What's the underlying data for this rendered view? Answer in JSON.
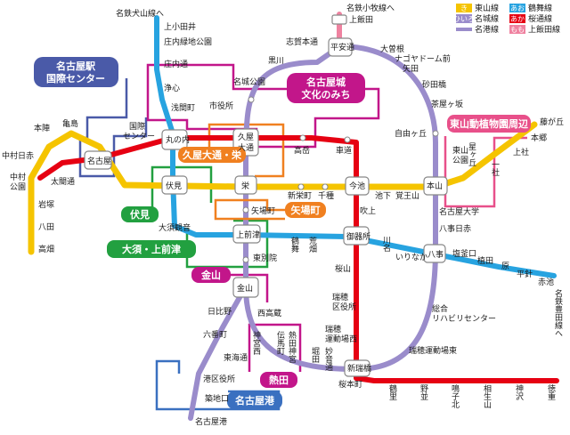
{
  "legend": {
    "lines": [
      {
        "badge": "き",
        "name": "東山線",
        "color": "#f5c400",
        "text_color": "#333333"
      },
      {
        "badge": "あお",
        "name": "鶴舞線",
        "color": "#27a3e0",
        "text_color": "#ffffff"
      },
      {
        "badge": "ひいろ",
        "name": "名城線",
        "color": "#9a8ccb",
        "text_color": "#ffffff"
      },
      {
        "badge": "あか",
        "name": "桜通線",
        "color": "#e60012",
        "text_color": "#ffffff"
      },
      {
        "badge": "",
        "name": "名港線",
        "color": "#9a8ccb",
        "text_color": "#ffffff"
      },
      {
        "badge": "もも",
        "name": "上飯田線",
        "color": "#ef82a0",
        "text_color": "#ffffff"
      }
    ]
  },
  "areas": {
    "nagoya_intl": "名古屋駅\n国際センター",
    "nagoyajo": "名古屋城\n文化のみち",
    "hisaya_sakae": "久屋大通・栄",
    "higashiyama": "東山動植物園周辺",
    "fushimi": "伏見",
    "yabacho": "矢場町",
    "osu": "大須・上前津",
    "kanayama": "金山",
    "atsuta": "熱田",
    "nagoyako": "名古屋港"
  },
  "stations": {
    "kamiiida": "上飯田",
    "heian_dori": "平安通",
    "shiga_hondori": "志賀本通",
    "ozone": "大曽根",
    "nagoya_dome": "ナゴヤドーム前\n矢田",
    "sunadabashi": "砂田橋",
    "chayagasaka": "茶屋ヶ坂",
    "jiyugaoka": "自由ヶ丘",
    "motoyama": "本山",
    "nagoya_daigaku": "名古屋大学",
    "yagoto_nisseki": "八事日赤",
    "yagoto": "八事",
    "sogo_reha": "総合\nリハビリセンター",
    "mizuho_undojo_higashi": "瑞穂運動場東",
    "aratamabashi": "新瑞橋",
    "myoon_dori": "妙音通",
    "horita": "堀田",
    "denma_cho": "伝馬町",
    "jingu_nishi": "神宮西",
    "atsuta_jingu": "熱田神宮",
    "nishi_takakura": "西高蔵",
    "kanayama": "金山",
    "hibino": "日比野",
    "rokubancho": "六番町",
    "tokai_dori": "東海通",
    "minato_kuyakusho": "港区役所",
    "tsukiji_guchi": "築地口",
    "nagoyako": "名古屋港",
    "higashi_betsuin": "東別院",
    "kamimaezu": "上前津",
    "yabacho": "矢場町",
    "sakae": "栄",
    "hisaya_odori": "久屋\n大通",
    "shiyakusho": "市役所",
    "meijo_koen": "名城公園",
    "kurokawa": "黒川",
    "nagoya_dome_mae": "",
    "sengen_cho": "浅間町",
    "joshin": "浄心",
    "shonai_dori": "庄内通",
    "shonai_ryokuchi": "庄内緑地公園",
    "kami_otai": "上小田井",
    "marunouchi": "丸の内",
    "kokusai_center": "国際\nセンター",
    "nagoya": "名古屋",
    "kamejima": "亀島",
    "honjin": "本陣",
    "nakamura_nisseki": "中村日赤",
    "nakamura_koen": "中村\n公園",
    "iwatsuka": "岩塚",
    "hatta": "八田",
    "takabata": "高畑",
    "taiko_dori": "太閤通",
    "fushimi": "伏見",
    "osu_kannon": "大須観音",
    "shinsakae_machi": "新栄町",
    "chikusa": "千種",
    "imaike": "今池",
    "ikeshita": "池下",
    "kakuozan": "覚王山",
    "higashiyama_koen": "東山\n公園",
    "hoshigaoka": "星ヶ丘",
    "issha": "一社",
    "kamiyashiro": "上社",
    "hongo": "本郷",
    "fujigaoka": "藤が丘",
    "takaoka": "高岳",
    "kurumamichi": "車道",
    "fukiage": "吹上",
    "gokiso": "御器所",
    "sakurayama": "桜山",
    "mizuho_kuyakusho": "瑞穂\n区役所",
    "mizuho_undojo_nishi": "瑞穂\n運動場西",
    "sakuramoto_cho": "桜本町",
    "kawana": "川名",
    "irinaka": "いりなか",
    "shiogamaguchi": "塩釜口",
    "ueda": "植田",
    "hara": "原",
    "hirabari": "平針",
    "akaike": "赤池",
    "tsurumai": "鶴舞",
    "arahata": "荒畑",
    "tsurusato": "鶴里",
    "nonami": "野並",
    "narumiko": "鳴子北",
    "aioiyama": "相生山",
    "kamisawa": "神沢",
    "tokushige": "徳重"
  },
  "directions": {
    "meitetsu_inuyama": "名鉄犬山線へ",
    "meitetsu_komaki": "名鉄小牧線へ",
    "meitetsu_toyotashi": "名鉄豊田線へ"
  }
}
